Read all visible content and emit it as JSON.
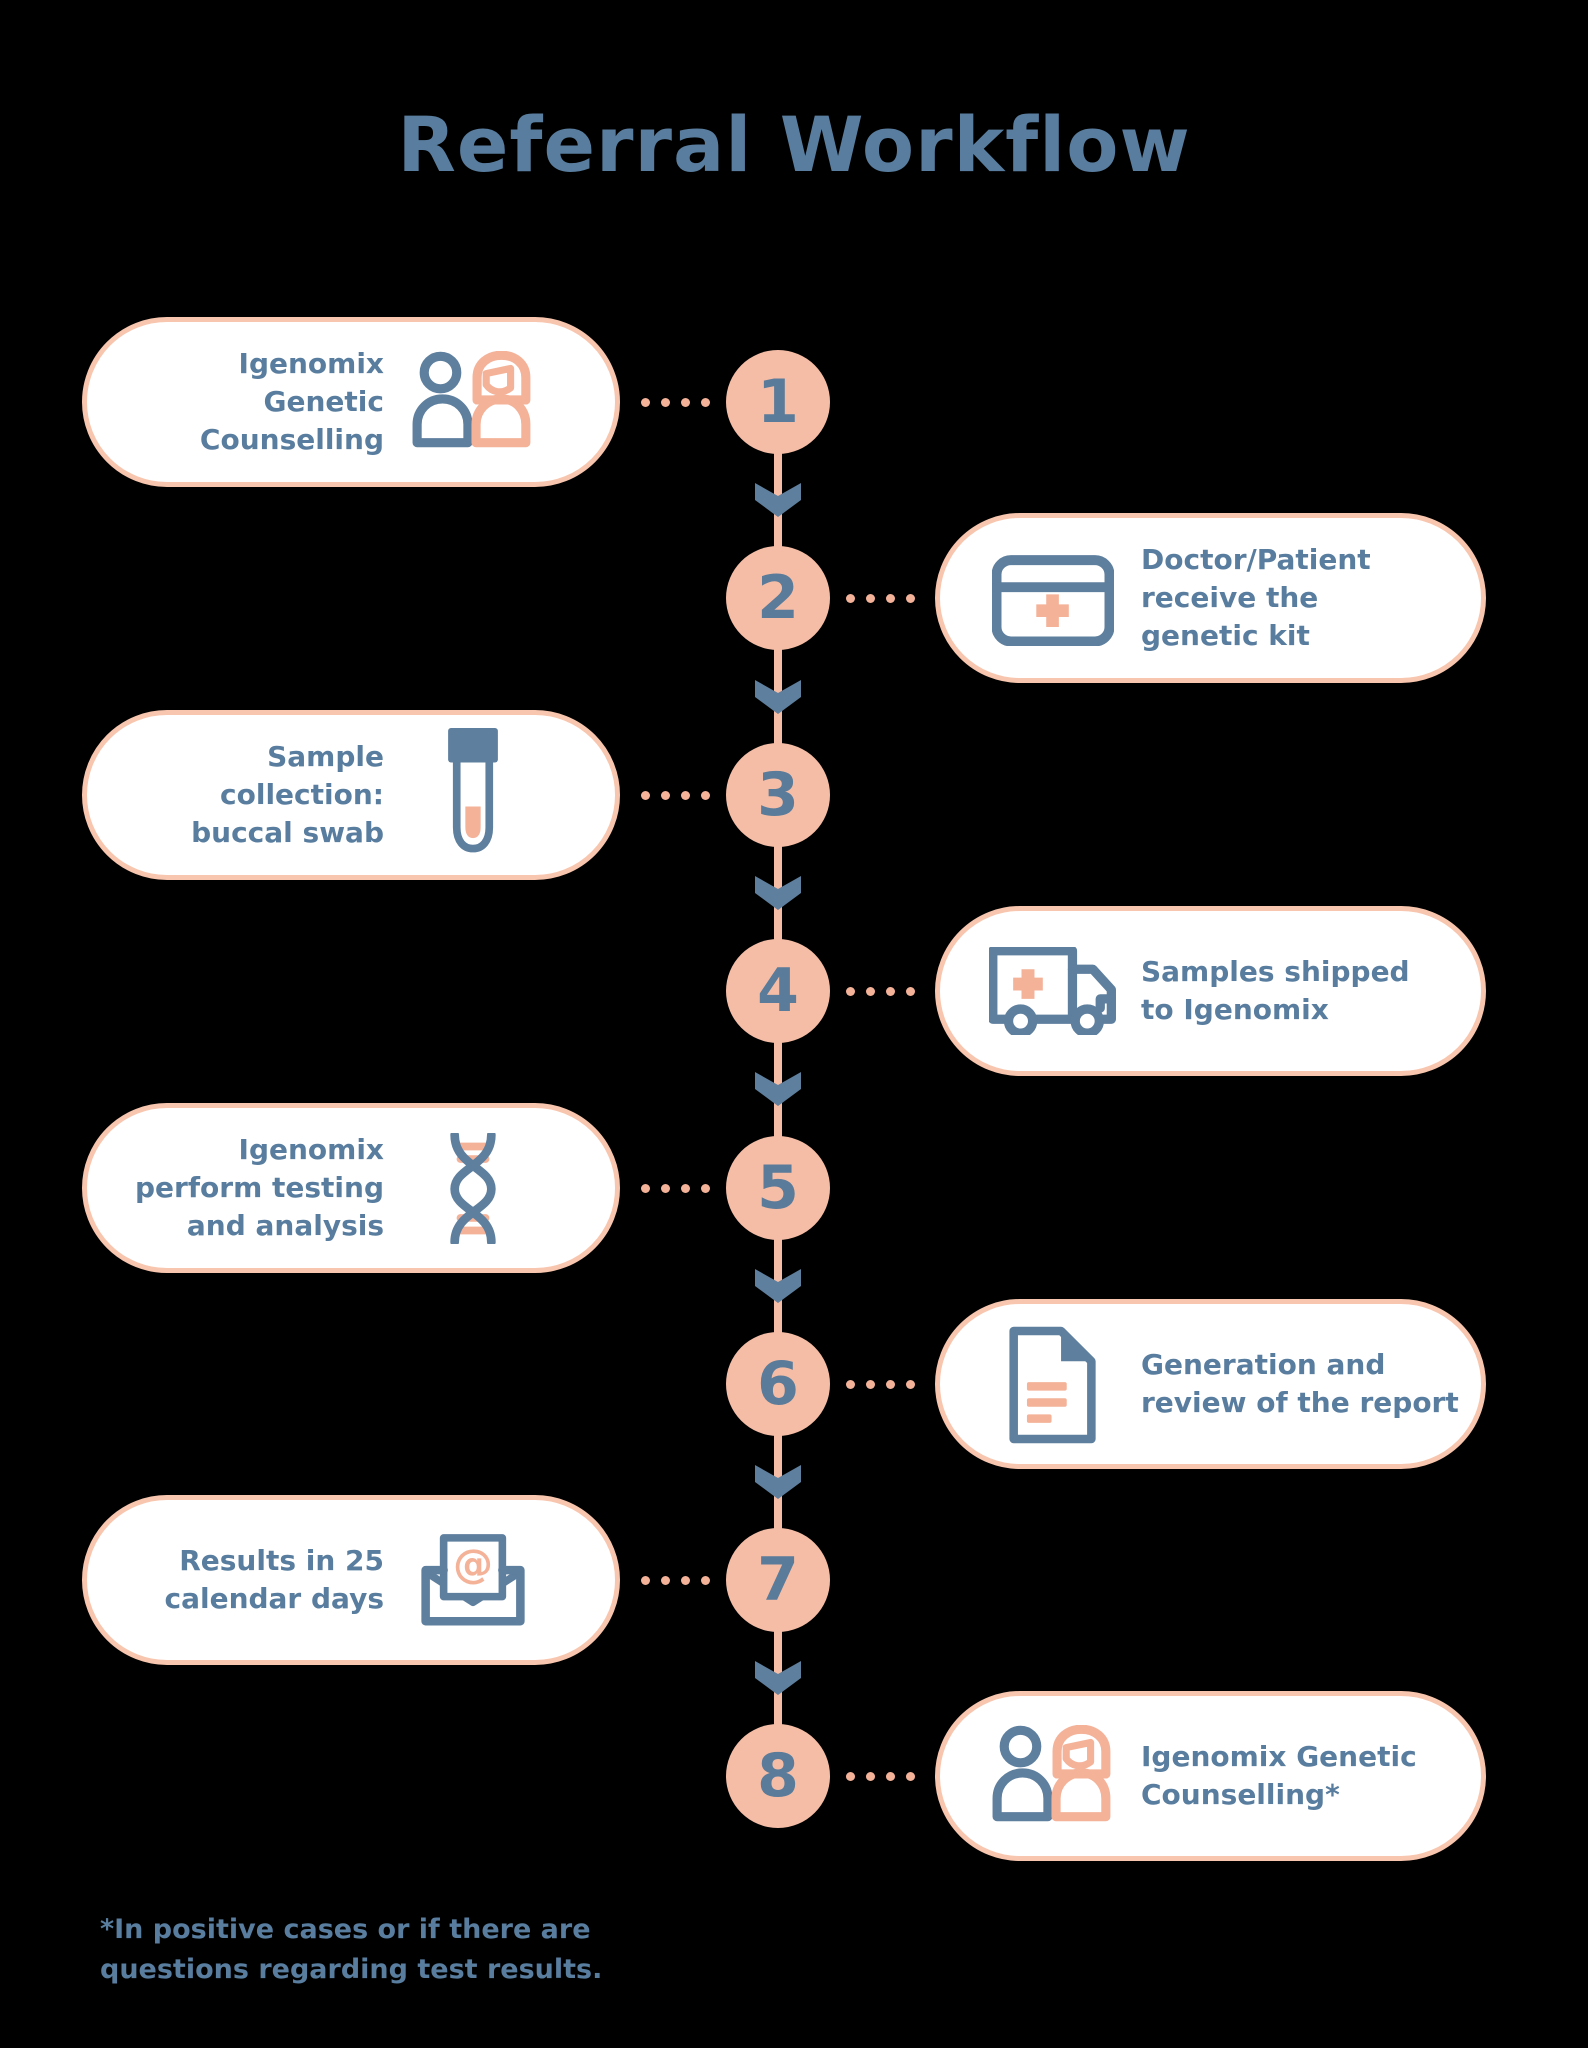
{
  "title": "Referral Workflow",
  "footnote": "*In positive cases or if there are\nquestions regarding test results.",
  "colors": {
    "background": "#000000",
    "heading_blue": "#587d9e",
    "icon_blue": "#5e7f9e",
    "number_blue": "#5a7b99",
    "peach_fill": "#f5bda6",
    "peach_border": "#f8c6ae",
    "peach_accent": "#f4b299",
    "card_bg": "#ffffff"
  },
  "steps": [
    {
      "number": "1",
      "side": "left",
      "icon": "people-icon",
      "label": "Igenomix\nGenetic\nCounselling"
    },
    {
      "number": "2",
      "side": "right",
      "icon": "medical-kit-icon",
      "label": "Doctor/Patient\nreceive the\ngenetic kit"
    },
    {
      "number": "3",
      "side": "left",
      "icon": "test-tube-icon",
      "label": "Sample\ncollection:\nbuccal swab"
    },
    {
      "number": "4",
      "side": "right",
      "icon": "shipping-truck-icon",
      "label": "Samples shipped\nto Igenomix"
    },
    {
      "number": "5",
      "side": "left",
      "icon": "dna-icon",
      "label": "Igenomix\nperform testing\nand analysis"
    },
    {
      "number": "6",
      "side": "right",
      "icon": "report-document-icon",
      "label": "Generation and\nreview of the report"
    },
    {
      "number": "7",
      "side": "left",
      "icon": "email-results-icon",
      "label": "Results in 25\ncalendar days"
    },
    {
      "number": "8",
      "side": "right",
      "icon": "people-icon",
      "label": "Igenomix Genetic\nCounselling*"
    }
  ]
}
